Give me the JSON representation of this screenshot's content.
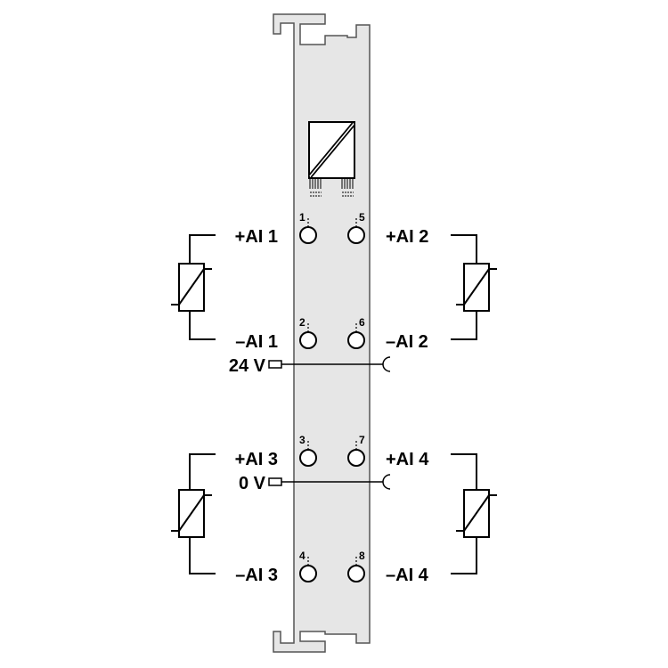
{
  "colors": {
    "module_fill": "#e6e6e6",
    "stroke": "#000000",
    "module_stroke": "#555555"
  },
  "pins": [
    "1",
    "2",
    "3",
    "4",
    "5",
    "6",
    "7",
    "8"
  ],
  "labels": {
    "ai1p": "+AI 1",
    "ai1n": "–AI 1",
    "ai2p": "+AI 2",
    "ai2n": "–AI 2",
    "ai3p": "+AI 3",
    "ai3n": "–AI 3",
    "ai4p": "+AI 4",
    "ai4n": "–AI 4",
    "v24": "24 V",
    "v0": "0 V"
  }
}
